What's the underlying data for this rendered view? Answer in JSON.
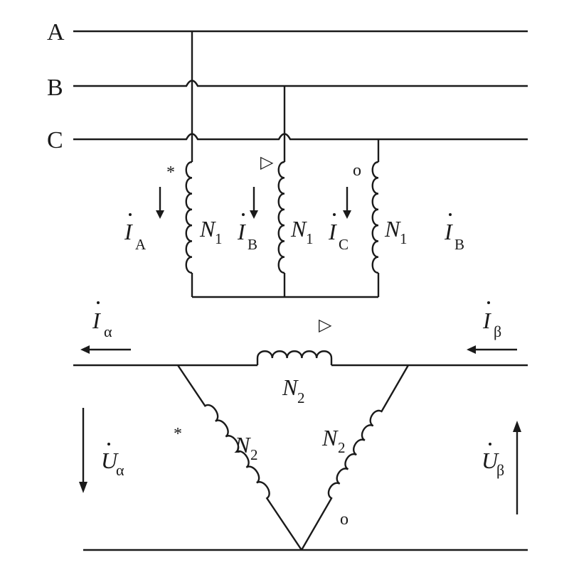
{
  "buses": [
    "A",
    "B",
    "C"
  ],
  "primary_windings": [
    {
      "phase": "A",
      "current_symbol": "I",
      "current_sub": "A",
      "winding": "N",
      "winding_sub": "1",
      "polarity_mark": "*"
    },
    {
      "phase": "B",
      "current_symbol": "I",
      "current_sub": "B",
      "winding": "N",
      "winding_sub": "1",
      "polarity_mark": "▷"
    },
    {
      "phase": "C",
      "current_symbol": "I",
      "current_sub": "C",
      "winding": "N",
      "winding_sub": "1",
      "polarity_mark": "o"
    }
  ],
  "extra_current": {
    "symbol": "I",
    "sub": "B"
  },
  "secondary": {
    "i_alpha": {
      "symbol": "I",
      "sub": "α"
    },
    "i_beta": {
      "symbol": "I",
      "sub": "β"
    },
    "u_alpha": {
      "symbol": "U",
      "sub": "α"
    },
    "u_beta": {
      "symbol": "U",
      "sub": "β"
    },
    "top_winding": {
      "symbol": "N",
      "sub": "2",
      "mark": "▷"
    },
    "left_winding": {
      "symbol": "N",
      "sub": "2",
      "mark": "*"
    },
    "right_winding": {
      "symbol": "N",
      "sub": "2",
      "mark": "o"
    }
  },
  "colors": {
    "ink": "#1a1a1a",
    "background": "#ffffff"
  }
}
